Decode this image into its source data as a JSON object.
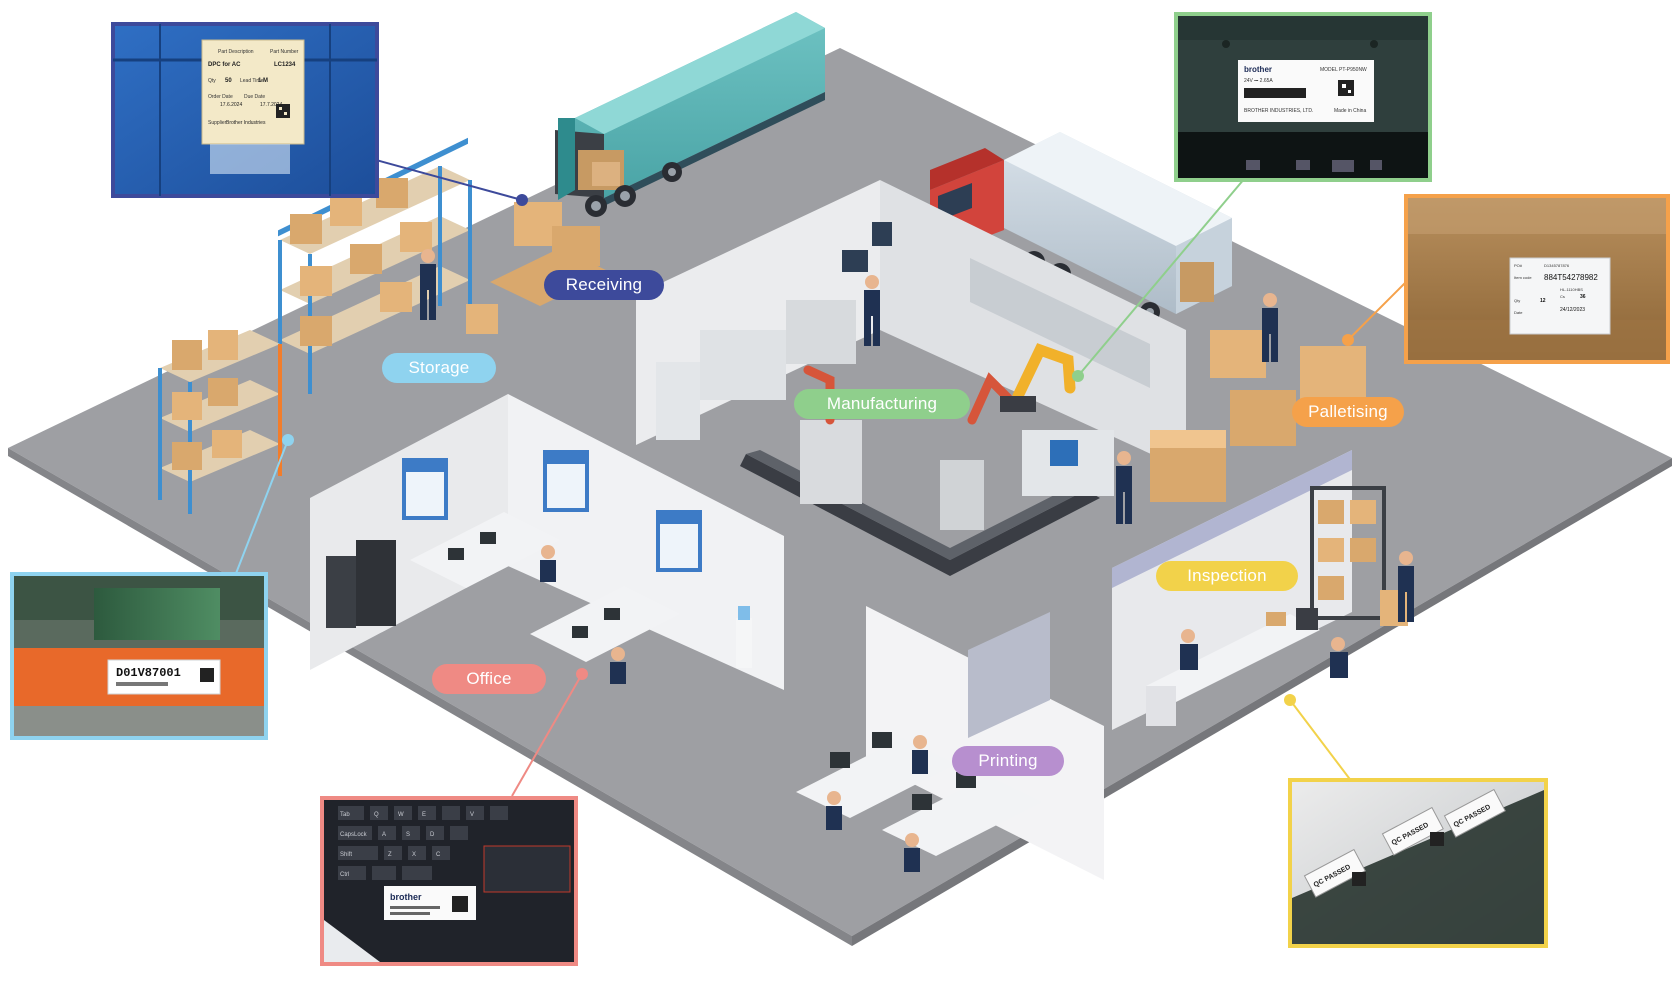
{
  "zones": [
    {
      "id": "receiving",
      "label": "Receiving",
      "color": "#3d4a9b"
    },
    {
      "id": "storage",
      "label": "Storage",
      "color": "#8fd3ef"
    },
    {
      "id": "manufacturing",
      "label": "Manufacturing",
      "color": "#8fcf8c"
    },
    {
      "id": "palletising",
      "label": "Palletising",
      "color": "#f5a14a"
    },
    {
      "id": "inspection",
      "label": "Inspection",
      "color": "#f2d24a"
    },
    {
      "id": "office",
      "label": "Office",
      "color": "#ef8a84"
    },
    {
      "id": "printing",
      "label": "Printing",
      "color": "#b78fcf"
    }
  ],
  "callouts": {
    "receiving": {
      "border_color": "#3d4a9b",
      "label_rows": [
        {
          "k": "Part Description",
          "v": "Part Number"
        },
        {
          "k": "DPC for AC",
          "v": "LC1234"
        },
        {
          "k": "Qty",
          "v": "50"
        },
        {
          "k": "Lead Time",
          "v": "1 M"
        },
        {
          "k": "Order Date",
          "v": "17.6.2024"
        },
        {
          "k": "Due Date",
          "v": "17.7.2024"
        },
        {
          "k": "Supplier",
          "v": "Brother Industries"
        }
      ]
    },
    "storage": {
      "border_color": "#8fd3ef",
      "code": "D01V87001"
    },
    "manufacturing": {
      "border_color": "#8fcf8c",
      "brand": "brother",
      "model": "MODEL PT-P950NW",
      "spec": "24V ⎓ 2.65A",
      "maker": "BROTHER INDUSTRIES, LTD.",
      "origin": "Made in China"
    },
    "palletising": {
      "border_color": "#f5a14a",
      "rows": [
        {
          "k": "PO#",
          "v": "D1345787876"
        },
        {
          "k": "Item code",
          "v": "884T54278982"
        },
        {
          "k": "",
          "v": "HL-1110HBS"
        },
        {
          "k": "Qty",
          "v": "12"
        },
        {
          "k": "Cs",
          "v": "36"
        },
        {
          "k": "Date",
          "v": "24/12/2023"
        }
      ]
    },
    "inspection": {
      "border_color": "#f2d24a",
      "stamp": "QC PASSED"
    },
    "office": {
      "border_color": "#ef8a84",
      "brand": "brother"
    }
  },
  "keyboard_keys": [
    "Tab",
    "CapsLock",
    "Shift",
    "Ctrl",
    "A",
    "S",
    "D",
    "Z",
    "X",
    "C",
    "V",
    "Q",
    "W",
    "E"
  ]
}
